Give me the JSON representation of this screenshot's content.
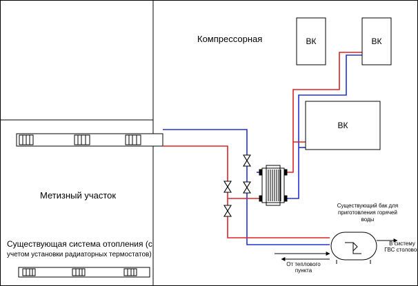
{
  "rooms": {
    "compressor": "Компрессорная",
    "hardware": "Метизный участок"
  },
  "equipment": {
    "unit_1": "ВК",
    "unit_2": "ВК",
    "unit_3": "ВК"
  },
  "notes": {
    "existing_heating_line1": "Существующая система отопления (с",
    "existing_heating_line2": "учетом установки радиаторных термостатов)",
    "tank_line1": "Существующий бак для",
    "tank_line2": "приготовления горячей",
    "tank_line3": "воды",
    "to_dhw_line1": "В систему",
    "to_dhw_line2": "ГВС столовой",
    "from_heat_line1": "От теплового",
    "from_heat_line2": "пункта"
  },
  "colors": {
    "supply_line": "#e02020",
    "return_line": "#2030d0",
    "outline": "#000000"
  }
}
